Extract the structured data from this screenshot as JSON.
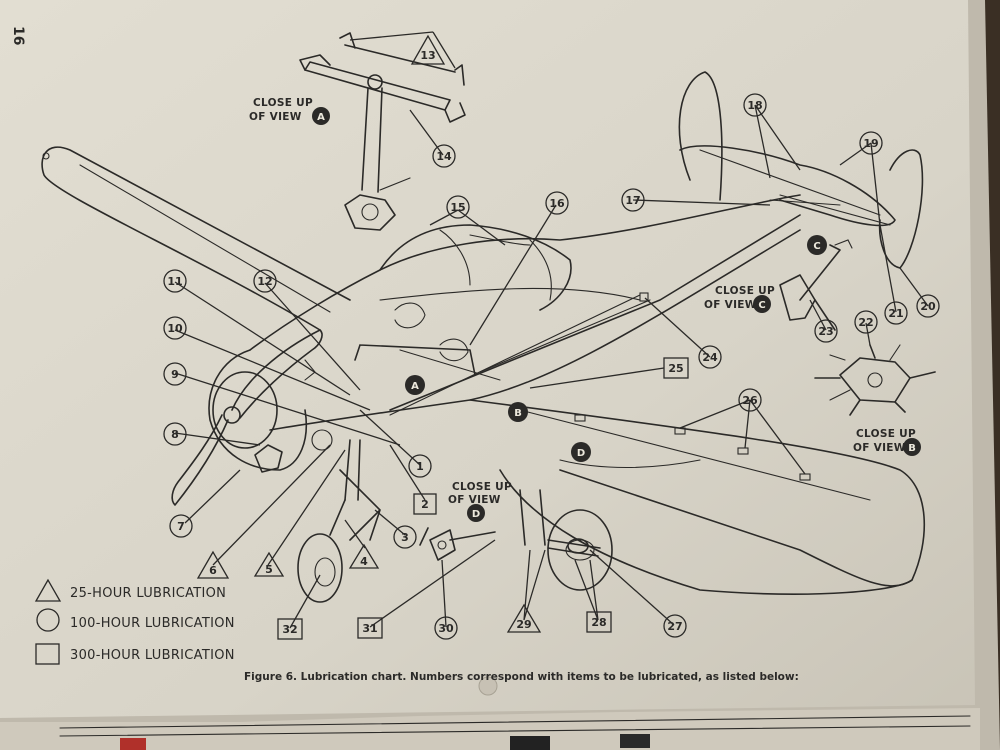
{
  "page_number": "16",
  "caption": "Figure 6. Lubrication chart. Numbers correspond with items to be lubricated, as listed below:",
  "legend": [
    {
      "shape": "triangle",
      "label": "25-HOUR LUBRICATION"
    },
    {
      "shape": "circle",
      "label": "100-HOUR LUBRICATION"
    },
    {
      "shape": "square",
      "label": "300-HOUR LUBRICATION"
    }
  ],
  "views": {
    "a": {
      "line1": "CLOSE UP",
      "line2": "OF VIEW",
      "letter": "A"
    },
    "b": {
      "line1": "CLOSE UP",
      "line2": "OF VIEW",
      "letter": "B"
    },
    "c": {
      "line1": "CLOSE UP",
      "line2": "OF VIEW",
      "letter": "C"
    },
    "d": {
      "line1": "CLOSE UP",
      "line2": "OF VIEW",
      "letter": "D"
    }
  },
  "markers": {
    "a": "A",
    "b": "B",
    "c": "C",
    "d": "D"
  },
  "callouts": {
    "c1": "1",
    "c2": "2",
    "c3": "3",
    "c4": "4",
    "c5": "5",
    "c6": "6",
    "c7": "7",
    "c8": "8",
    "c9": "9",
    "c10": "10",
    "c11": "11",
    "c12": "12",
    "c13": "13",
    "c14": "14",
    "c15": "15",
    "c16": "16",
    "c17": "17",
    "c18": "18",
    "c19": "19",
    "c20": "20",
    "c21": "21",
    "c22": "22",
    "c23": "23",
    "c24": "24",
    "c25": "25",
    "c26": "26",
    "c27": "27",
    "c28": "28",
    "c29": "29",
    "c30": "30",
    "c31": "31",
    "c32": "32"
  },
  "colors": {
    "paper": "#d9d5c9",
    "ink": "#2b2a28",
    "background": "#3a2f24"
  }
}
